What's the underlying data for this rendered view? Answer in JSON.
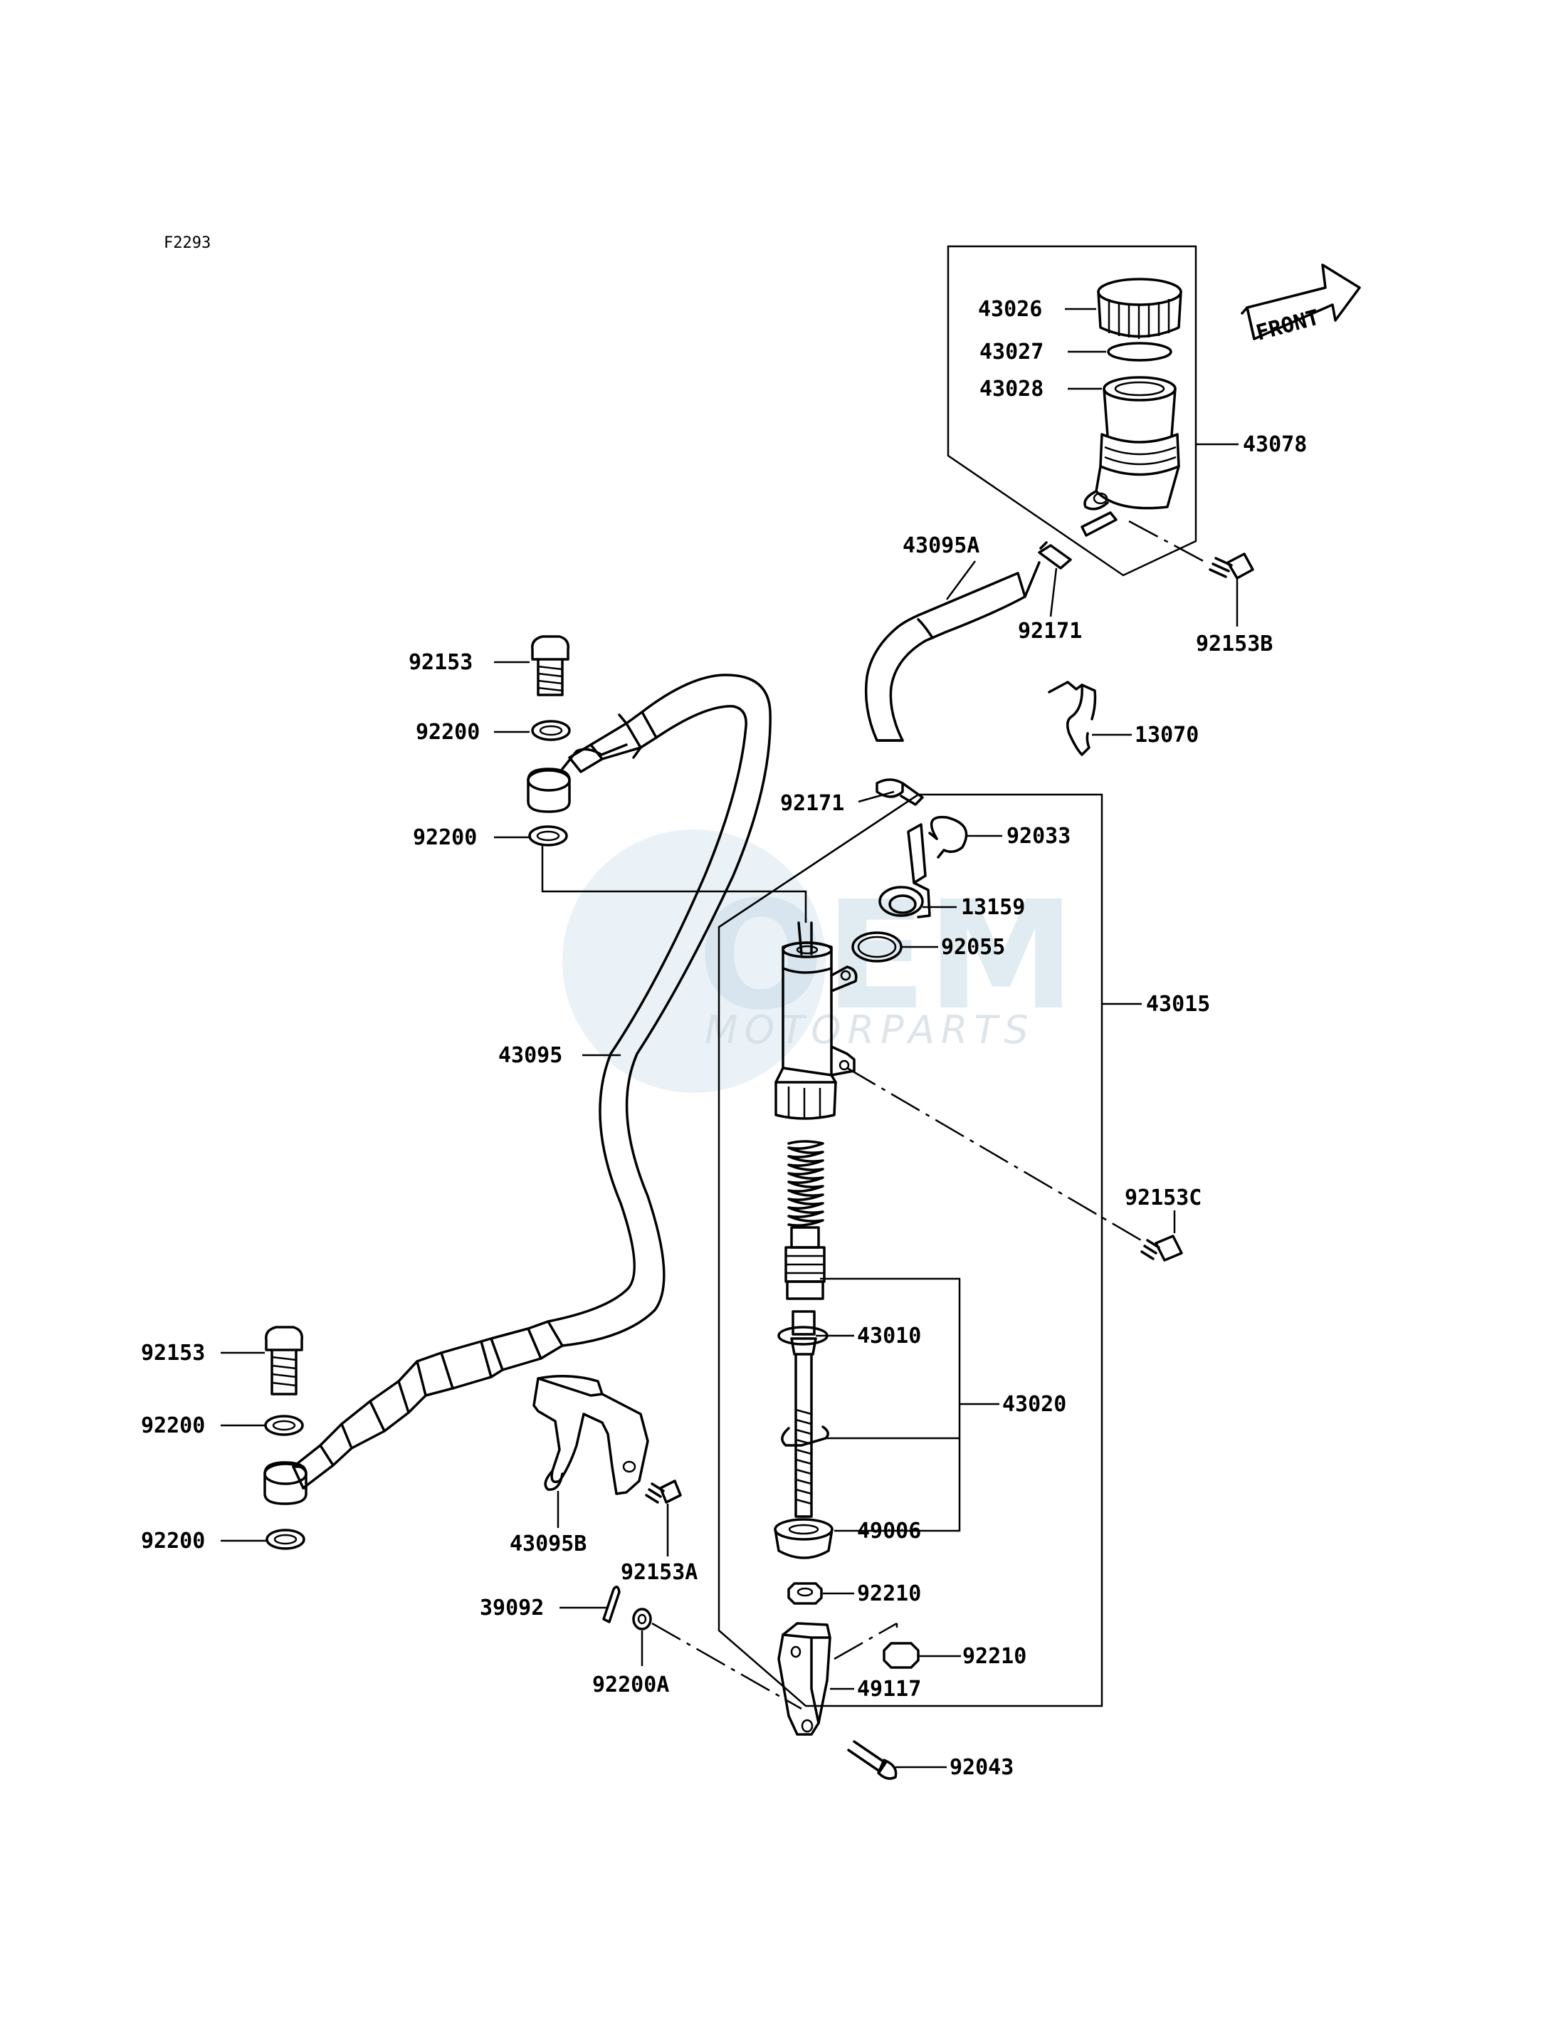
{
  "diagram_code": "F2293",
  "watermark": {
    "brand": "OEM",
    "sub": "MOTORPARTS"
  },
  "front_badge": "FRONT",
  "labels": {
    "p43026": "43026",
    "p43027": "43027",
    "p43028": "43028",
    "p43078": "43078",
    "p43095A": "43095A",
    "p92171_top": "92171",
    "p92153B": "92153B",
    "p13070": "13070",
    "p92153_top": "92153",
    "p92200_a": "92200",
    "p92200_b": "92200",
    "p92171_low": "92171",
    "p92033": "92033",
    "p13159": "13159",
    "p92055": "92055",
    "p43015": "43015",
    "p43095": "43095",
    "p92153C": "92153C",
    "p43010": "43010",
    "p43020": "43020",
    "p92153_low": "92153",
    "p92200_c": "92200",
    "p92200_d": "92200",
    "p49006": "49006",
    "p43095B": "43095B",
    "p92153A": "92153A",
    "p92210_a": "92210",
    "p39092": "39092",
    "p92210_b": "92210",
    "p92200A": "92200A",
    "p49117": "49117",
    "p92043": "92043"
  }
}
